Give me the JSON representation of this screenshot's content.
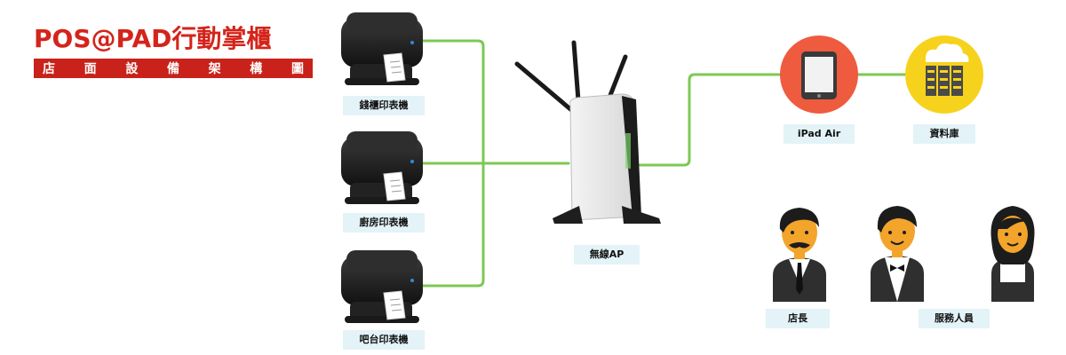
{
  "header": {
    "title": "POS@PAD行動掌櫃",
    "subtitle_chars": [
      "店",
      "面",
      "設",
      "備",
      "架",
      "構",
      "圖"
    ]
  },
  "devices": {
    "printer_cashier": "錢櫃印表機",
    "printer_kitchen": "廚房印表機",
    "printer_bar": "吧台印表機",
    "router": "無線AP",
    "ipad": "iPad Air",
    "database": "資料庫"
  },
  "people": {
    "manager": "店長",
    "staff": "服務人員"
  },
  "colors": {
    "title_red": "#d4241b",
    "link_green": "#7dc855",
    "ipad_circle": "#ef5b3f",
    "db_circle": "#f7d21c",
    "label_bg": "#e3f3f8"
  },
  "icons": {
    "printer": "printer-icon",
    "router": "wireless-router-icon",
    "ipad": "tablet-icon",
    "database": "cloud-server-icon",
    "person": "person-icon"
  }
}
